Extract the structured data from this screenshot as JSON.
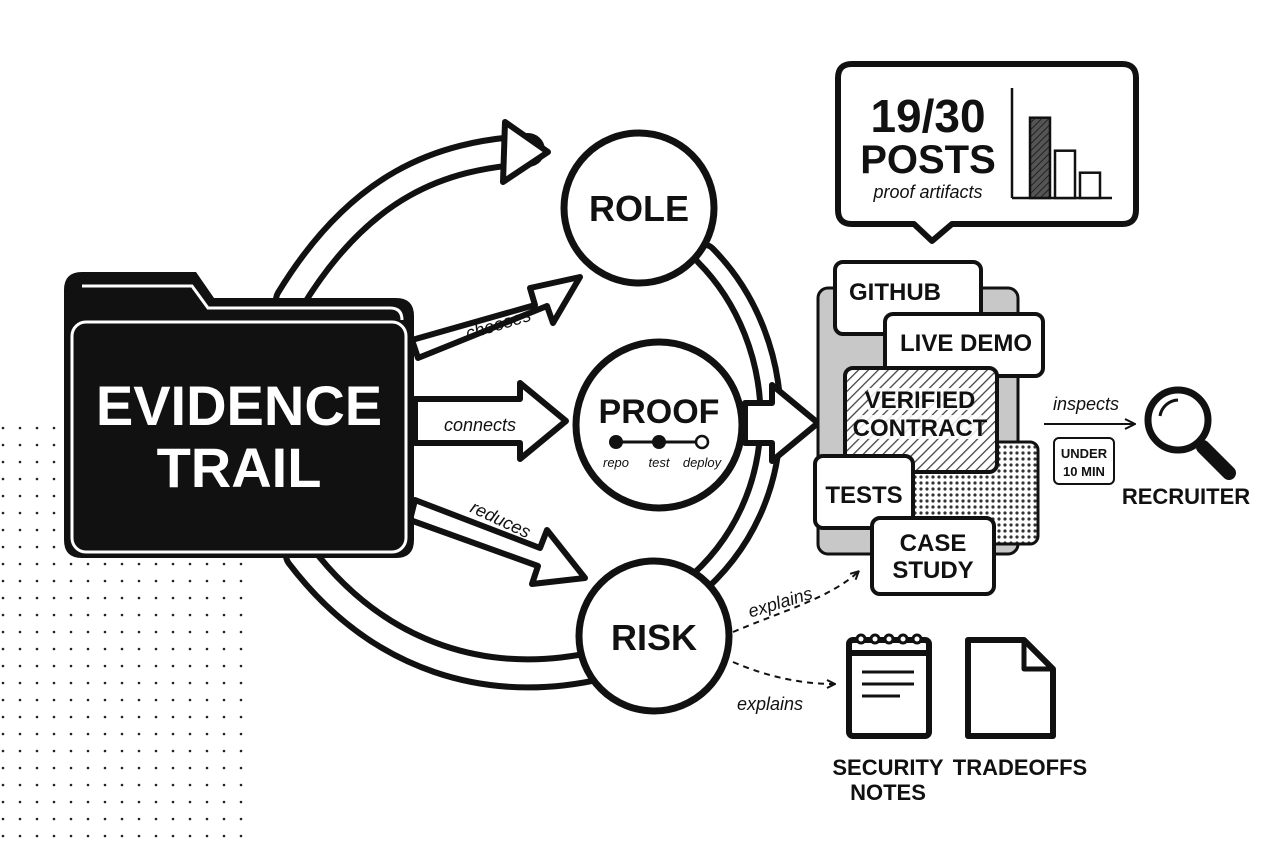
{
  "folder": {
    "line1": "EVIDENCE",
    "line2": "TRAIL"
  },
  "verbs": {
    "chooses": "chooses",
    "connects": "connects",
    "reduces": "reduces"
  },
  "nodes": {
    "role": "ROLE",
    "proof": "PROOF",
    "risk": "RISK"
  },
  "pipeline": [
    "repo",
    "test",
    "deploy"
  ],
  "stat": {
    "count": "19/30",
    "unit": "POSTS",
    "caption": "proof artifacts",
    "bars": [
      0.73,
      0.43,
      0.23
    ]
  },
  "cards": {
    "github": "GITHUB",
    "live_demo": "LIVE DEMO",
    "verified_1": "VERIFIED",
    "verified_2": "CONTRACT",
    "tests": "TESTS",
    "case_1": "CASE",
    "case_2": "STUDY"
  },
  "recruiter": {
    "inspects": "inspects",
    "badge_1": "UNDER",
    "badge_2": "10 MIN",
    "label": "RECRUITER"
  },
  "explains": {
    "first": "explains",
    "second": "explains"
  },
  "docs": {
    "security_1": "SECURITY",
    "security_2": "NOTES",
    "tradeoffs": "TRADEOFFS"
  },
  "colors": {
    "ink": "#111111",
    "paper": "#ffffff",
    "gray": "#c8c8c8"
  }
}
